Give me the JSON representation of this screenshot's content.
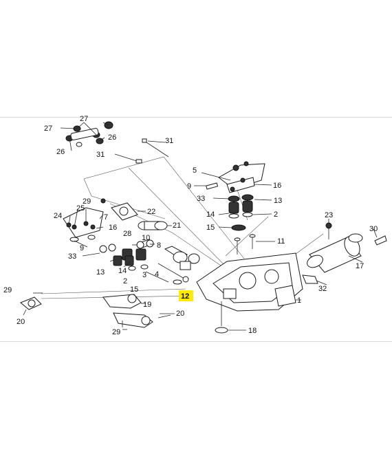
{
  "diagram": {
    "highlight_color": "#ffea00",
    "line_color": "#222222",
    "callouts": [
      {
        "id": "c27a",
        "label": "27",
        "highlight": false
      },
      {
        "id": "c27b",
        "label": "27",
        "highlight": false
      },
      {
        "id": "c26a",
        "label": "26",
        "highlight": false
      },
      {
        "id": "c26b",
        "label": "26",
        "highlight": false
      },
      {
        "id": "c31a",
        "label": "31",
        "highlight": false
      },
      {
        "id": "c31b",
        "label": "31",
        "highlight": false
      },
      {
        "id": "c5",
        "label": "5",
        "highlight": false
      },
      {
        "id": "c9a",
        "label": "9",
        "highlight": false
      },
      {
        "id": "c16a",
        "label": "16",
        "highlight": false
      },
      {
        "id": "c33a",
        "label": "33",
        "highlight": false
      },
      {
        "id": "c13a",
        "label": "13",
        "highlight": false
      },
      {
        "id": "c14a",
        "label": "14",
        "highlight": false
      },
      {
        "id": "c2a",
        "label": "2",
        "highlight": false
      },
      {
        "id": "c15a",
        "label": "15",
        "highlight": false
      },
      {
        "id": "c11",
        "label": "11",
        "highlight": false
      },
      {
        "id": "c23",
        "label": "23",
        "highlight": false
      },
      {
        "id": "c30",
        "label": "30",
        "highlight": false
      },
      {
        "id": "c17",
        "label": "17",
        "highlight": false
      },
      {
        "id": "c29a",
        "label": "29",
        "highlight": false
      },
      {
        "id": "c25",
        "label": "25",
        "highlight": false
      },
      {
        "id": "c22",
        "label": "22",
        "highlight": false
      },
      {
        "id": "c24",
        "label": "24",
        "highlight": false
      },
      {
        "id": "c7",
        "label": "7",
        "highlight": false
      },
      {
        "id": "c16b",
        "label": "16",
        "highlight": false
      },
      {
        "id": "c21",
        "label": "21",
        "highlight": false
      },
      {
        "id": "c9b",
        "label": "9",
        "highlight": false
      },
      {
        "id": "c28",
        "label": "28",
        "highlight": false
      },
      {
        "id": "c10",
        "label": "10",
        "highlight": false
      },
      {
        "id": "c33b",
        "label": "33",
        "highlight": false
      },
      {
        "id": "c8",
        "label": "8",
        "highlight": false
      },
      {
        "id": "c13b",
        "label": "13",
        "highlight": false
      },
      {
        "id": "c14b",
        "label": "14",
        "highlight": false
      },
      {
        "id": "c3",
        "label": "3",
        "highlight": false
      },
      {
        "id": "c4",
        "label": "4",
        "highlight": false
      },
      {
        "id": "c2b",
        "label": "2",
        "highlight": false
      },
      {
        "id": "c15b",
        "label": "15",
        "highlight": false
      },
      {
        "id": "c12",
        "label": "12",
        "highlight": true
      },
      {
        "id": "c32",
        "label": "32",
        "highlight": false
      },
      {
        "id": "c1",
        "label": "1",
        "highlight": false
      },
      {
        "id": "c29b",
        "label": "29",
        "highlight": false
      },
      {
        "id": "c19",
        "label": "19",
        "highlight": false
      },
      {
        "id": "c20a",
        "label": "20",
        "highlight": false
      },
      {
        "id": "c20b",
        "label": "20",
        "highlight": false
      },
      {
        "id": "c29c",
        "label": "29",
        "highlight": false
      },
      {
        "id": "c18",
        "label": "18",
        "highlight": false
      }
    ]
  }
}
